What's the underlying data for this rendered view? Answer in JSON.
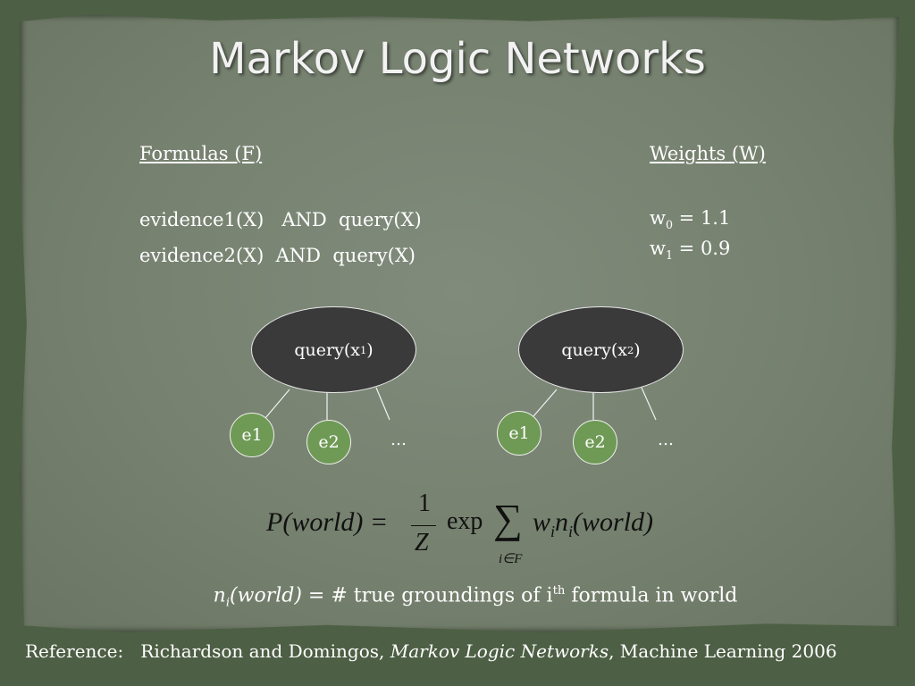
{
  "title": "Markov Logic Networks",
  "formulas": {
    "header": "Formulas (F)",
    "lines": [
      "evidence1(X)   AND  query(X)",
      "evidence2(X)  AND  query(X)"
    ]
  },
  "weights": {
    "header": "Weights (W)",
    "w0": {
      "name": "w",
      "sub": "0",
      "rest": " = 1.1"
    },
    "w1": {
      "name": "w",
      "sub": "1",
      "rest": " = 0.9"
    }
  },
  "graph": {
    "left": {
      "root": "query(x",
      "root_sub": "1",
      "root_close": ")",
      "child1": "e1",
      "child2": "e2",
      "more": "…"
    },
    "right": {
      "root": "query(x",
      "root_sub": "2",
      "root_close": ")",
      "child1": "e1",
      "child2": "e2",
      "more": "…"
    }
  },
  "equation": {
    "lhs": "P(world) =",
    "num": "1",
    "den": "Z",
    "exp": "exp",
    "sum": "∑",
    "sum_index": "i∈F",
    "rhs_w": "w",
    "rhs_n": "n",
    "idx": "i",
    "rhs_tail": "(world)"
  },
  "definition": {
    "n": "n",
    "sub": "i",
    "arg": "(world)",
    "text": " = # true groundings of i",
    "sup": "th",
    "tail": " formula in world"
  },
  "reference": {
    "label": "Reference:",
    "authors": "Richardson and Domingos, ",
    "work": "Markov Logic Networks",
    "venue": ", Machine Learning 2006"
  },
  "colors": {
    "background": "#4d5f44",
    "slide": "#7a8474",
    "root_node": "#3a3a3a",
    "leaf_node": "#6f9a55",
    "text": "#ffffff"
  }
}
